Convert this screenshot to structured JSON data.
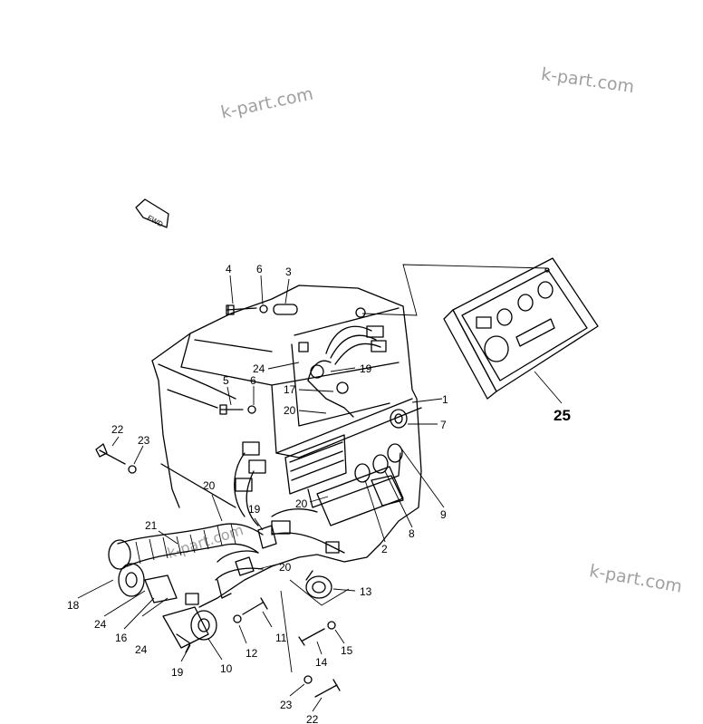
{
  "watermarks": [
    "k-part.com",
    "k-part.com",
    "k-part.com",
    "k-part.com"
  ],
  "fwd_icon": "FWD",
  "callouts": [
    {
      "id": "c4",
      "text": "4"
    },
    {
      "id": "c6a",
      "text": "6"
    },
    {
      "id": "c3",
      "text": "3"
    },
    {
      "id": "c24a",
      "text": "24"
    },
    {
      "id": "c19a",
      "text": "19"
    },
    {
      "id": "c5",
      "text": "5"
    },
    {
      "id": "c6b",
      "text": "6"
    },
    {
      "id": "c17",
      "text": "17"
    },
    {
      "id": "c20a",
      "text": "20"
    },
    {
      "id": "c1",
      "text": "1"
    },
    {
      "id": "c7",
      "text": "7"
    },
    {
      "id": "c22a",
      "text": "22"
    },
    {
      "id": "c23a",
      "text": "23"
    },
    {
      "id": "c20b",
      "text": "20"
    },
    {
      "id": "c20c",
      "text": "20"
    },
    {
      "id": "c9",
      "text": "9"
    },
    {
      "id": "c8",
      "text": "8"
    },
    {
      "id": "c19b",
      "text": "19"
    },
    {
      "id": "c21",
      "text": "21"
    },
    {
      "id": "c2",
      "text": "2"
    },
    {
      "id": "c20d",
      "text": "20"
    },
    {
      "id": "c13",
      "text": "13"
    },
    {
      "id": "c18",
      "text": "18"
    },
    {
      "id": "c24b",
      "text": "24"
    },
    {
      "id": "c16",
      "text": "16"
    },
    {
      "id": "c24c",
      "text": "24"
    },
    {
      "id": "c11",
      "text": "11"
    },
    {
      "id": "c12",
      "text": "12"
    },
    {
      "id": "c10",
      "text": "10"
    },
    {
      "id": "c19c",
      "text": "19"
    },
    {
      "id": "c14",
      "text": "14"
    },
    {
      "id": "c15",
      "text": "15"
    },
    {
      "id": "c23b",
      "text": "23"
    },
    {
      "id": "c22b",
      "text": "22"
    },
    {
      "id": "c25",
      "text": "25"
    }
  ]
}
